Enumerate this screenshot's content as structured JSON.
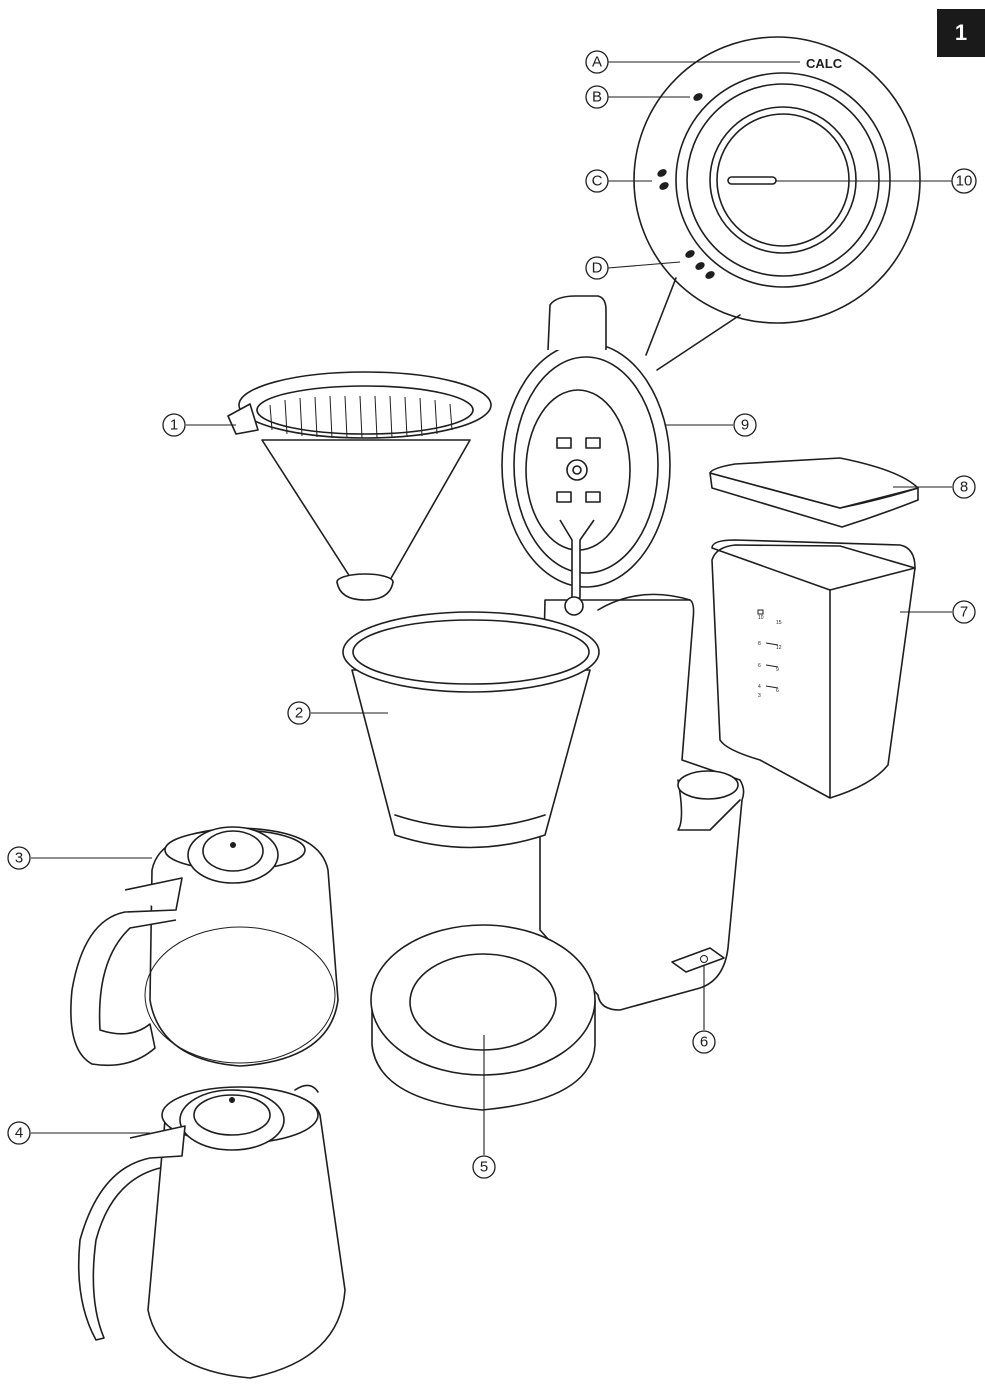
{
  "page_number": "1",
  "panel_label": "CALC",
  "callouts": {
    "c1": "1",
    "c2": "2",
    "c3": "3",
    "c4": "4",
    "c5": "5",
    "c6": "6",
    "c7": "7",
    "c8": "8",
    "c9": "9",
    "c10": "10",
    "cA": "A",
    "cB": "B",
    "cC": "C",
    "cD": "D"
  },
  "tank_scale": {
    "left": [
      "10",
      "8",
      "6",
      "4",
      "3"
    ],
    "right": [
      "15",
      "12",
      "9",
      "6"
    ]
  },
  "icons": [
    "coffee-bean-icon",
    "power-icon",
    "cup-icon"
  ]
}
